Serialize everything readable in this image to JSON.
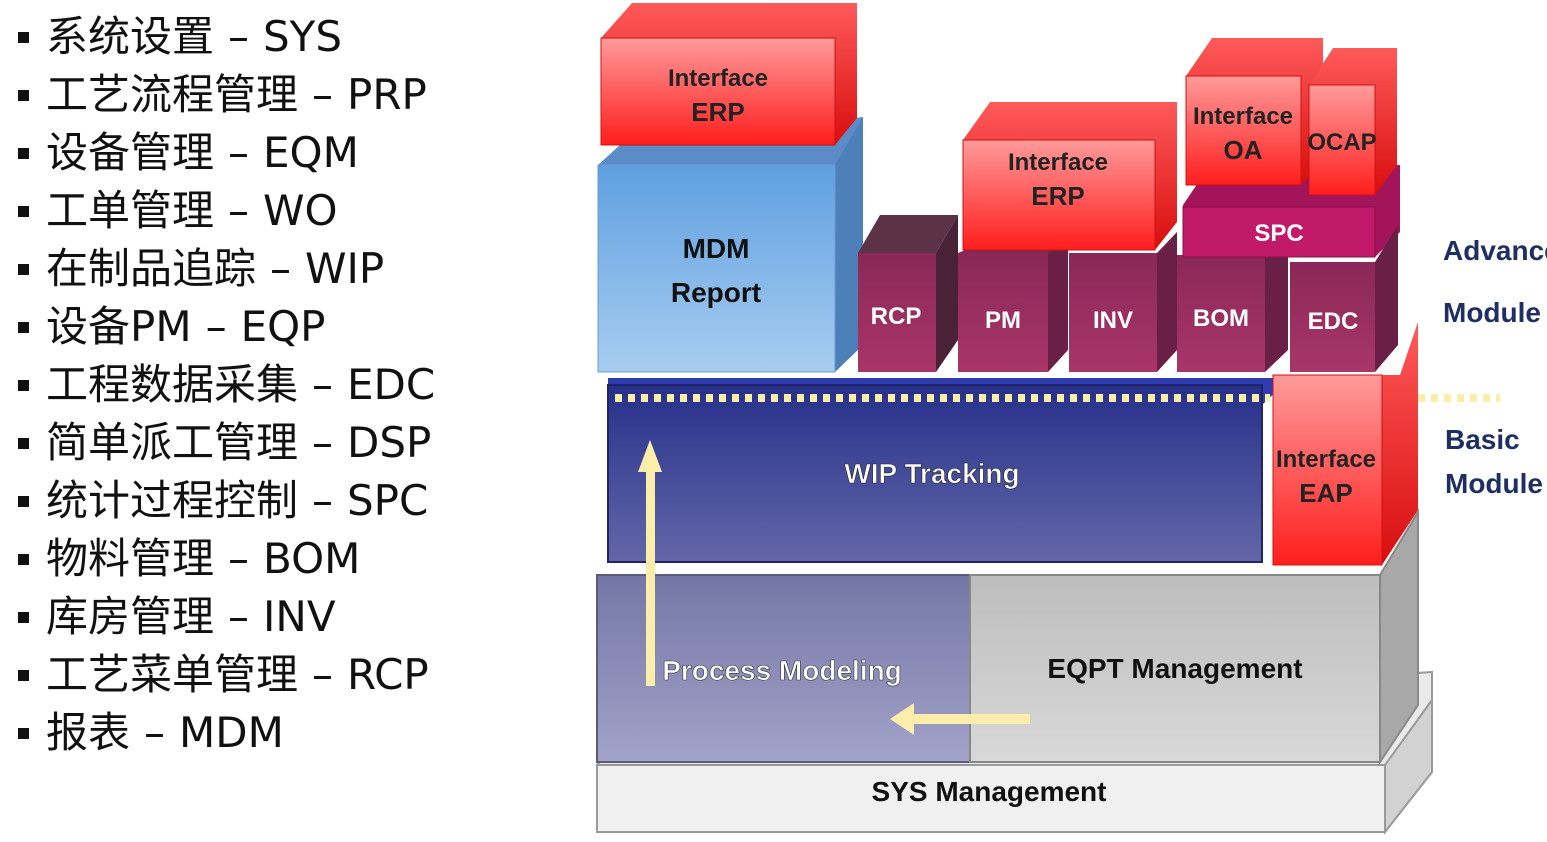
{
  "modules_list": [
    {
      "name": "系统设置",
      "code": "SYS"
    },
    {
      "name": "工艺流程管理",
      "code": "PRP"
    },
    {
      "name": "设备管理",
      "code": "EQM"
    },
    {
      "name": "工单管理",
      "code": "WO"
    },
    {
      "name": "在制品追踪",
      "code": "WIP"
    },
    {
      "name": "设备PM",
      "code": "EQP"
    },
    {
      "name": "工程数据采集",
      "code": "EDC"
    },
    {
      "name": "简单派工管理",
      "code": "DSP"
    },
    {
      "name": "统计过程控制",
      "code": "SPC"
    },
    {
      "name": "物料管理",
      "code": "BOM"
    },
    {
      "name": "库房管理",
      "code": "INV"
    },
    {
      "name": "工艺菜单管理",
      "code": "RCP"
    },
    {
      "name": "报表",
      "code": "MDM"
    }
  ],
  "separator": "–",
  "diagram": {
    "sys": "SYS Management",
    "process": "Process Modeling",
    "eqpt": "EQPT Management",
    "wip": "WIP Tracking",
    "mdm_line1": "MDM",
    "mdm_line2": "Report",
    "interface": "Interface",
    "erp": "ERP",
    "oa": "OA",
    "ocap": "OCAP",
    "eap": "EAP",
    "spc": "SPC",
    "rcp": "RCP",
    "pm": "PM",
    "inv": "INV",
    "bom": "BOM",
    "edc": "EDC",
    "advance_line1": "Advance",
    "advance_line2": "Module",
    "basic_line1": "Basic",
    "basic_line2": "Module"
  },
  "colors": {
    "red": "#ff2a2a",
    "maroon": "#9b2c5c",
    "navy": "#3a3f9a",
    "lightblue": "#7fb3e8",
    "gray": "#c0c0c0",
    "arrow": "#fbeeaa"
  }
}
